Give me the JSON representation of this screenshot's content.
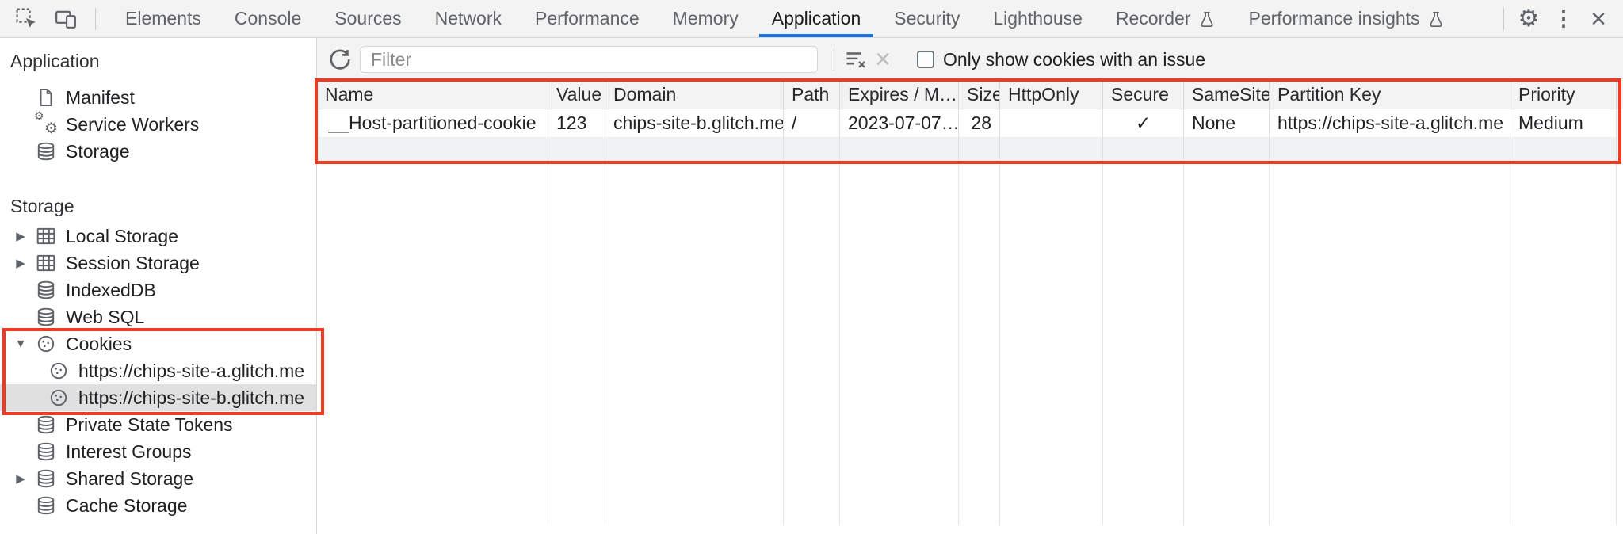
{
  "tabs": [
    {
      "label": "Elements"
    },
    {
      "label": "Console"
    },
    {
      "label": "Sources"
    },
    {
      "label": "Network"
    },
    {
      "label": "Performance"
    },
    {
      "label": "Memory"
    },
    {
      "label": "Application",
      "active": true
    },
    {
      "label": "Security"
    },
    {
      "label": "Lighthouse"
    },
    {
      "label": "Recorder",
      "has_flask_icon": true
    },
    {
      "label": "Performance insights",
      "has_flask_icon": true
    }
  ],
  "sidebar": {
    "sections": [
      {
        "title": "Application",
        "items": [
          {
            "label": "Manifest",
            "icon": "file-icon"
          },
          {
            "label": "Service Workers",
            "icon": "gears-icon"
          },
          {
            "label": "Storage",
            "icon": "database-icon"
          }
        ]
      },
      {
        "title": "Storage",
        "items": [
          {
            "label": "Local Storage",
            "icon": "table-icon",
            "expandable": true,
            "expanded": false
          },
          {
            "label": "Session Storage",
            "icon": "table-icon",
            "expandable": true,
            "expanded": false
          },
          {
            "label": "IndexedDB",
            "icon": "database-icon"
          },
          {
            "label": "Web SQL",
            "icon": "database-icon"
          },
          {
            "label": "Cookies",
            "icon": "cookie-icon",
            "expandable": true,
            "expanded": true,
            "children": [
              {
                "label": "https://chips-site-a.glitch.me",
                "icon": "cookie-icon",
                "selected": false
              },
              {
                "label": "https://chips-site-b.glitch.me",
                "icon": "cookie-icon",
                "selected": true
              }
            ]
          },
          {
            "label": "Private State Tokens",
            "icon": "database-icon"
          },
          {
            "label": "Interest Groups",
            "icon": "database-icon"
          },
          {
            "label": "Shared Storage",
            "icon": "database-icon",
            "expandable": true,
            "expanded": false
          },
          {
            "label": "Cache Storage",
            "icon": "database-icon"
          }
        ]
      }
    ]
  },
  "panel": {
    "filter_placeholder": "Filter",
    "checkbox_label": "Only show cookies with an issue",
    "checkbox_checked": false
  },
  "table": {
    "columns": [
      "Name",
      "Value",
      "Domain",
      "Path",
      "Expires / M…",
      "Size",
      "HttpOnly",
      "Secure",
      "SameSite",
      "Partition Key",
      "Priority"
    ],
    "row": [
      "__Host-partitioned-cookie",
      "123",
      "chips-site-b.glitch.me",
      "/",
      "2023-07-07…",
      "28",
      "",
      "✓",
      "None",
      "https://chips-site-a.glitch.me",
      "Medium"
    ]
  },
  "colors": {
    "accent_blue": "#1a73e8",
    "annotation_red": "#ee3b22",
    "toolbar_bg": "#f3f3f3",
    "selected_item_bg": "#e0e0e0"
  }
}
